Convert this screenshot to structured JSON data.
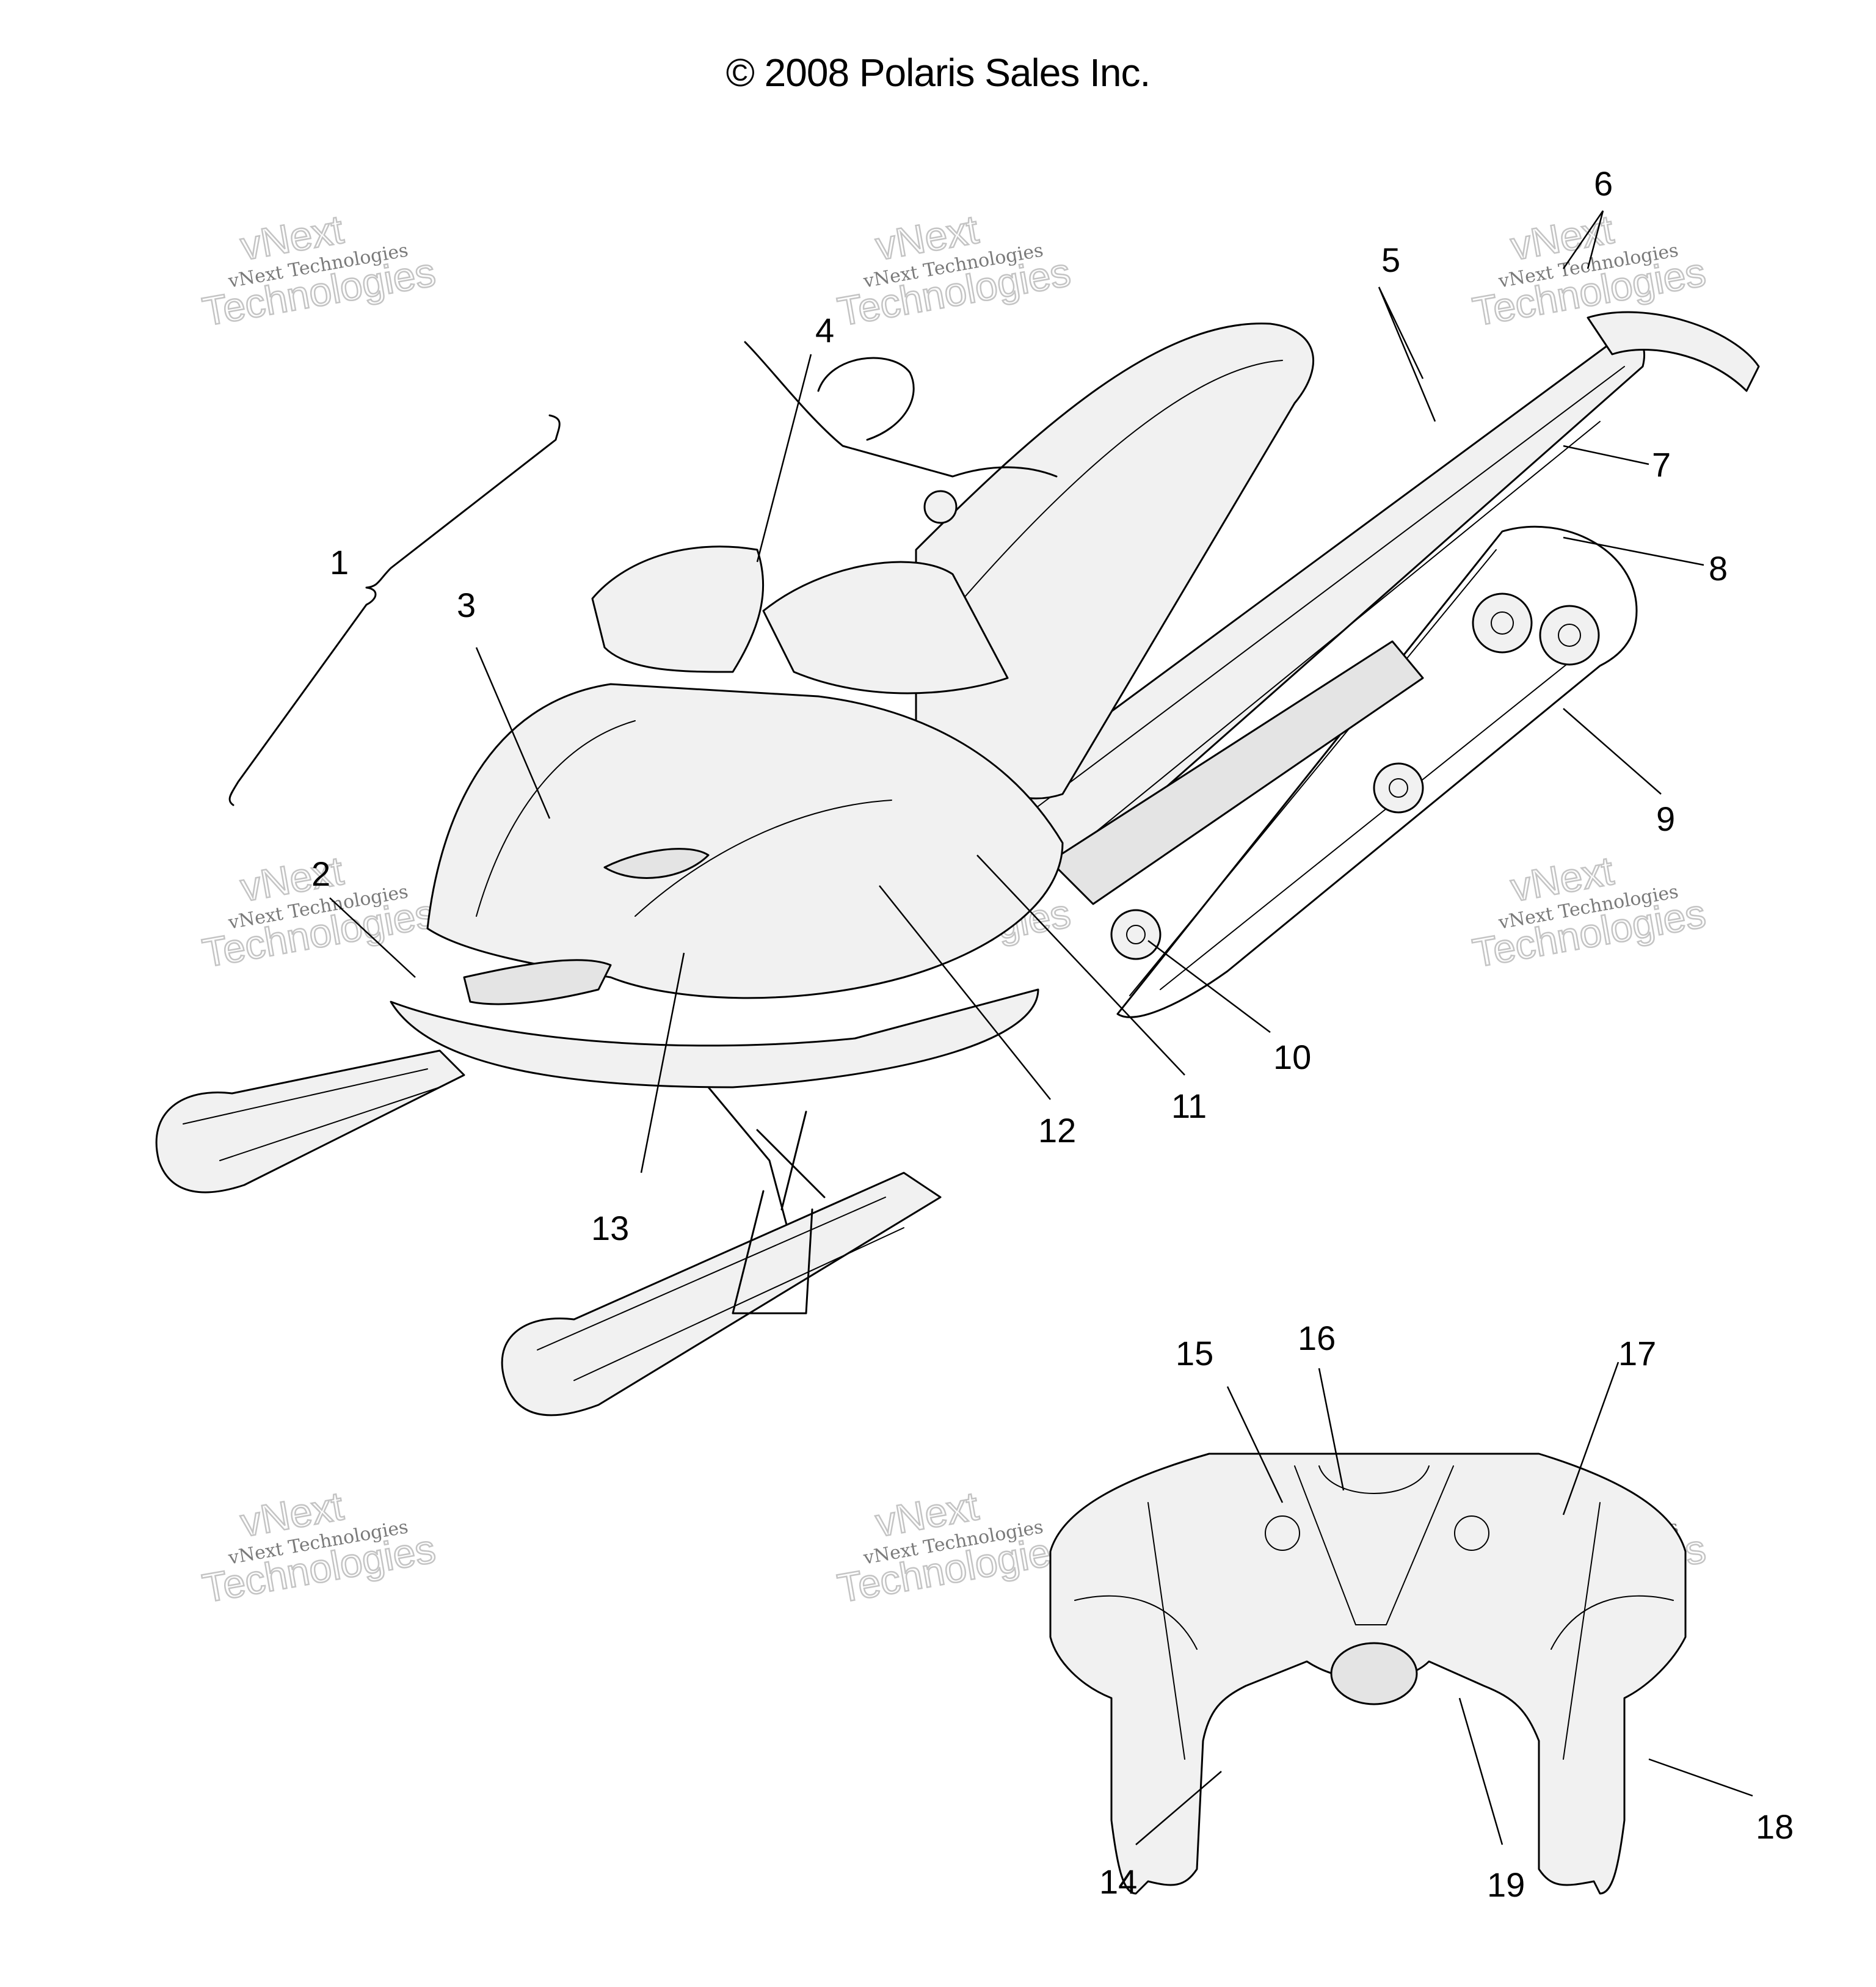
{
  "copyright": "© 2008 Polaris Sales Inc.",
  "watermark": {
    "line1": "vNext",
    "line2": "vNext Technologies",
    "line3": "Technologies"
  },
  "callouts": [
    "1",
    "2",
    "3",
    "4",
    "5",
    "6",
    "7",
    "8",
    "9",
    "10",
    "11",
    "12",
    "13",
    "14",
    "15",
    "16",
    "17",
    "18",
    "19"
  ]
}
